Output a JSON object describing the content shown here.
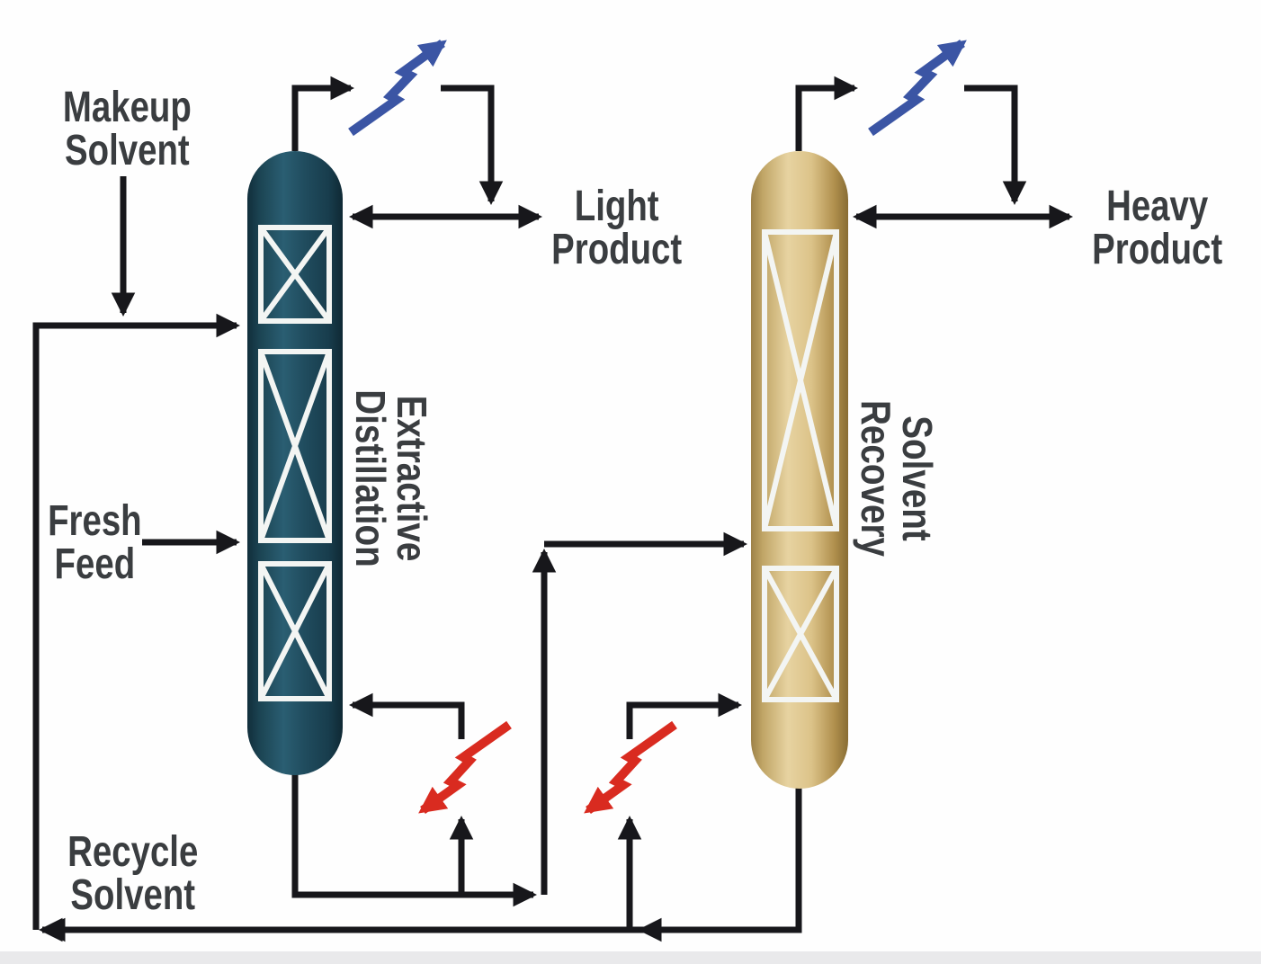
{
  "diagram": {
    "title_implicit": "Extractive distillation process flow diagram",
    "labels": {
      "makeup_solvent": {
        "line1": "Makeup",
        "line2": "Solvent"
      },
      "fresh_feed": {
        "line1": "Fresh",
        "line2": "Feed"
      },
      "recycle_solvent": {
        "line1": "Recycle",
        "line2": "Solvent"
      },
      "light_product": {
        "line1": "Light",
        "line2": "Product"
      },
      "heavy_product": {
        "line1": "Heavy",
        "line2": "Product"
      },
      "extractive_column": {
        "line1": "Extractive",
        "line2": "Distillation"
      },
      "recovery_column": {
        "line1": "Solvent",
        "line2": "Recovery"
      }
    },
    "icons": [
      {
        "name": "condenser-duty-arrow",
        "meaning": "heat removed overhead (zigzag arrow pointing up-right)",
        "color": "#3b55a4",
        "count": 2
      },
      {
        "name": "reboiler-duty-arrow",
        "meaning": "heat input at bottoms (zigzag arrow pointing down-left)",
        "color": "#d92b20",
        "count": 2
      }
    ],
    "colors": {
      "stream_line": "#17171b",
      "label_text": "#3a3d40",
      "condenser_arrow_blue": "#3b55a4",
      "reboiler_arrow_red": "#d92b20",
      "extractive_column_teal": "#1d4756",
      "recovery_column_tan": "#d8bf8a",
      "packing_outline": "#f3f5f3",
      "background": "#fefefe"
    }
  }
}
